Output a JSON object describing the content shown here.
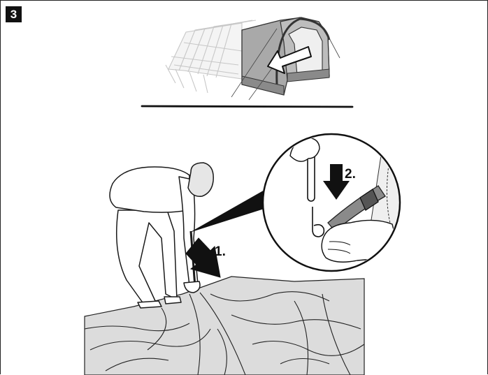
{
  "step": {
    "number": "3"
  },
  "labels": {
    "step_one": "1.",
    "step_two": "2."
  },
  "colors": {
    "ink": "#111111",
    "tent_gray": "#a8a8a8",
    "tent_dark": "#7d7d7d",
    "ghost": "#cfcfcf",
    "ground_sheet": "#dcdcdc"
  },
  "icons": [
    "insert-arrow-icon",
    "down-arrow-icon",
    "peg-icon"
  ]
}
